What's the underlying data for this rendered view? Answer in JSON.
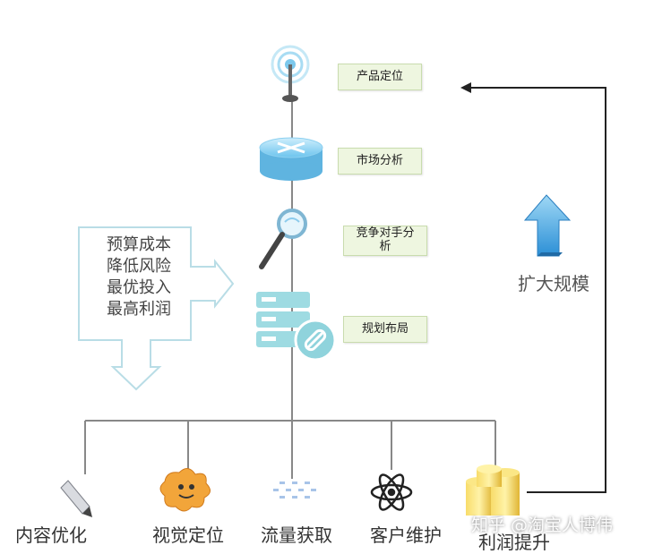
{
  "steps": [
    {
      "label": "产品定位",
      "icon": "antenna-icon"
    },
    {
      "label": "市场分析",
      "icon": "router-icon"
    },
    {
      "label": "竞争对手分\n析",
      "icon": "magnifier-icon"
    },
    {
      "label": "规划布局",
      "icon": "server-icon"
    }
  ],
  "callout": {
    "lines": [
      "预算成本",
      "降低风险",
      "最优投入",
      "最高利润"
    ]
  },
  "expand": {
    "label": "扩大规模",
    "icon": "up-arrow-icon"
  },
  "bottom": [
    {
      "label": "内容优化",
      "icon": "pencil-icon"
    },
    {
      "label": "视觉定位",
      "icon": "starfish-icon"
    },
    {
      "label": "流量获取",
      "icon": "dots-icon"
    },
    {
      "label": "客户维护",
      "icon": "atom-icon"
    },
    {
      "label": "利润提升",
      "icon": "coins-icon"
    }
  ],
  "watermark": "知乎 @淘宝人博伟",
  "colors": {
    "line": "#888888",
    "box_fill": "#eef6e0",
    "box_border": "#c9dcae",
    "callout": "#b9dde6",
    "accent": "#2b8fd6"
  }
}
